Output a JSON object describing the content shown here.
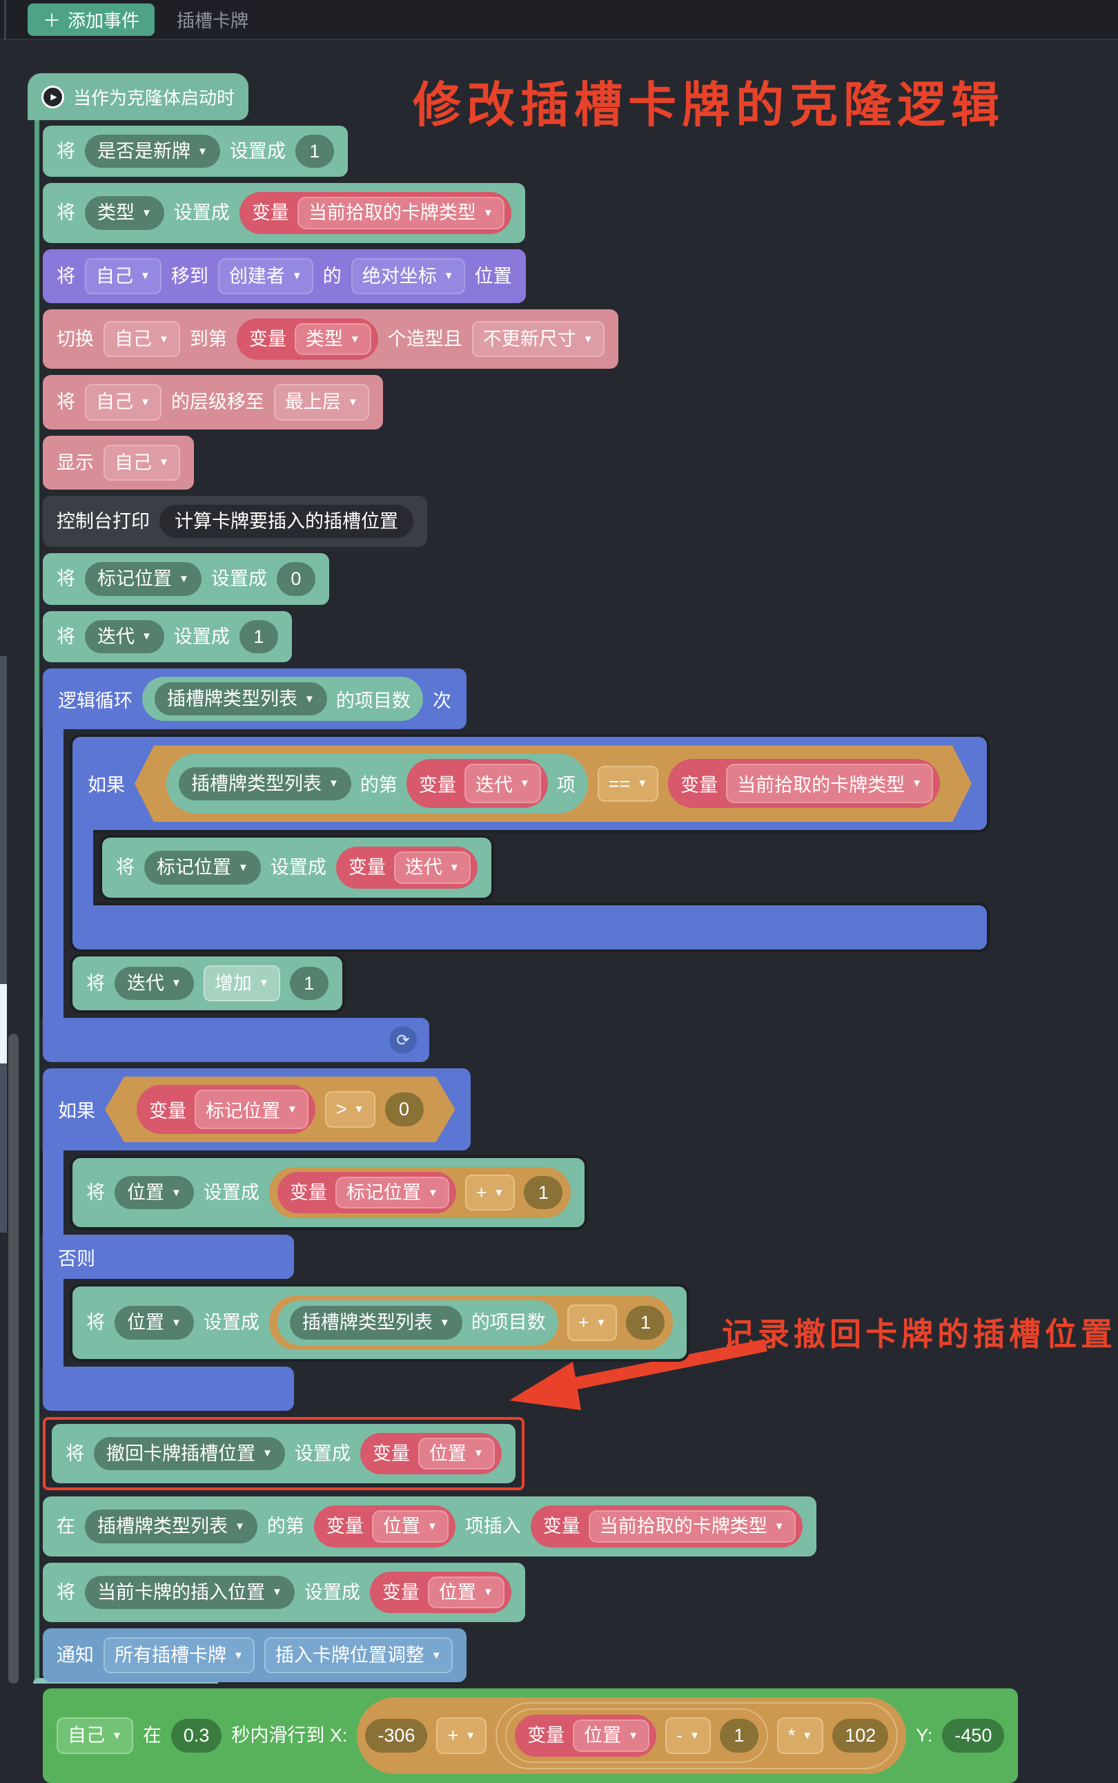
{
  "topbar": {
    "add_event_label": "添加事件",
    "tab_label": "插槽卡牌"
  },
  "icons": {
    "plus": "＋",
    "play": "▶",
    "dropdown": "▼",
    "loop_refresh": "⟳"
  },
  "annotations": {
    "title": "修改插槽卡牌的克隆逻辑",
    "note": "记录撤回卡牌的插槽位置"
  },
  "kw": {
    "set": "将",
    "set_to": "设置成",
    "variable": "变量",
    "if": "如果",
    "else": "否则"
  },
  "hat": {
    "label": "当作为克隆体启动时"
  },
  "blocks": {
    "set_is_new": {
      "var": "是否是新牌",
      "value": "1"
    },
    "set_type": {
      "var": "类型",
      "value_var": "当前拾取的卡牌类型"
    },
    "move_to": {
      "k1": "将",
      "target": "自己",
      "k2": "移到",
      "creator": "创建者",
      "k3": "的",
      "coord": "绝对坐标",
      "k4": "位置"
    },
    "switch_costume": {
      "k1": "切换",
      "target": "自己",
      "k2": "到第",
      "type_var": "类型",
      "k3": "个造型且",
      "mode": "不更新尺寸"
    },
    "set_layer": {
      "k1": "将",
      "target": "自己",
      "k2": "的层级移至",
      "layer": "最上层"
    },
    "show": {
      "k1": "显示",
      "target": "自己"
    },
    "console_log": {
      "k1": "控制台打印",
      "message": "计算卡牌要插入的插槽位置"
    },
    "set_mark": {
      "var": "标记位置",
      "value": "0"
    },
    "set_iter": {
      "var": "迭代",
      "value": "1"
    },
    "loop": {
      "k1": "逻辑循环",
      "list": "插槽牌类型列表",
      "k2": "的项目数",
      "k3": "次"
    },
    "loop_if": {
      "list": "插槽牌类型列表",
      "k2": "的第",
      "idx_var": "迭代",
      "k3": "项",
      "op": "==",
      "cmp_var": "当前拾取的卡牌类型"
    },
    "set_mark_iter": {
      "var": "标记位置",
      "value_var": "迭代"
    },
    "iter_inc": {
      "var": "迭代",
      "op": "增加",
      "value": "1"
    },
    "if_mark": {
      "cond_var": "标记位置",
      "op": ">",
      "value": "0"
    },
    "set_pos_from_mark": {
      "var": "位置",
      "expr_var": "标记位置",
      "op": "+",
      "value": "1"
    },
    "set_pos_from_count": {
      "var": "位置",
      "list": "插槽牌类型列表",
      "k": "的项目数",
      "op": "+",
      "value": "1"
    },
    "set_undo_pos": {
      "var": "撤回卡牌插槽位置",
      "value_var": "位置"
    },
    "list_insert": {
      "k1": "在",
      "list": "插槽牌类型列表",
      "k2": "的第",
      "pos_var": "位置",
      "k3": "项插入",
      "value_var": "当前拾取的卡牌类型"
    },
    "set_insert_pos": {
      "var": "当前卡牌的插入位置",
      "value_var": "位置"
    },
    "notify": {
      "k1": "通知",
      "target": "所有插槽卡牌",
      "event": "插入卡牌位置调整"
    },
    "glide": {
      "target": "自己",
      "k1": "在",
      "duration": "0.3",
      "k2": "秒内滑行到 X:",
      "x_base": "-306",
      "op1": "+",
      "pos_var": "位置",
      "op2": "-",
      "n1": "1",
      "op3": "*",
      "n2": "102",
      "k3": "Y:",
      "y": "-450"
    }
  }
}
